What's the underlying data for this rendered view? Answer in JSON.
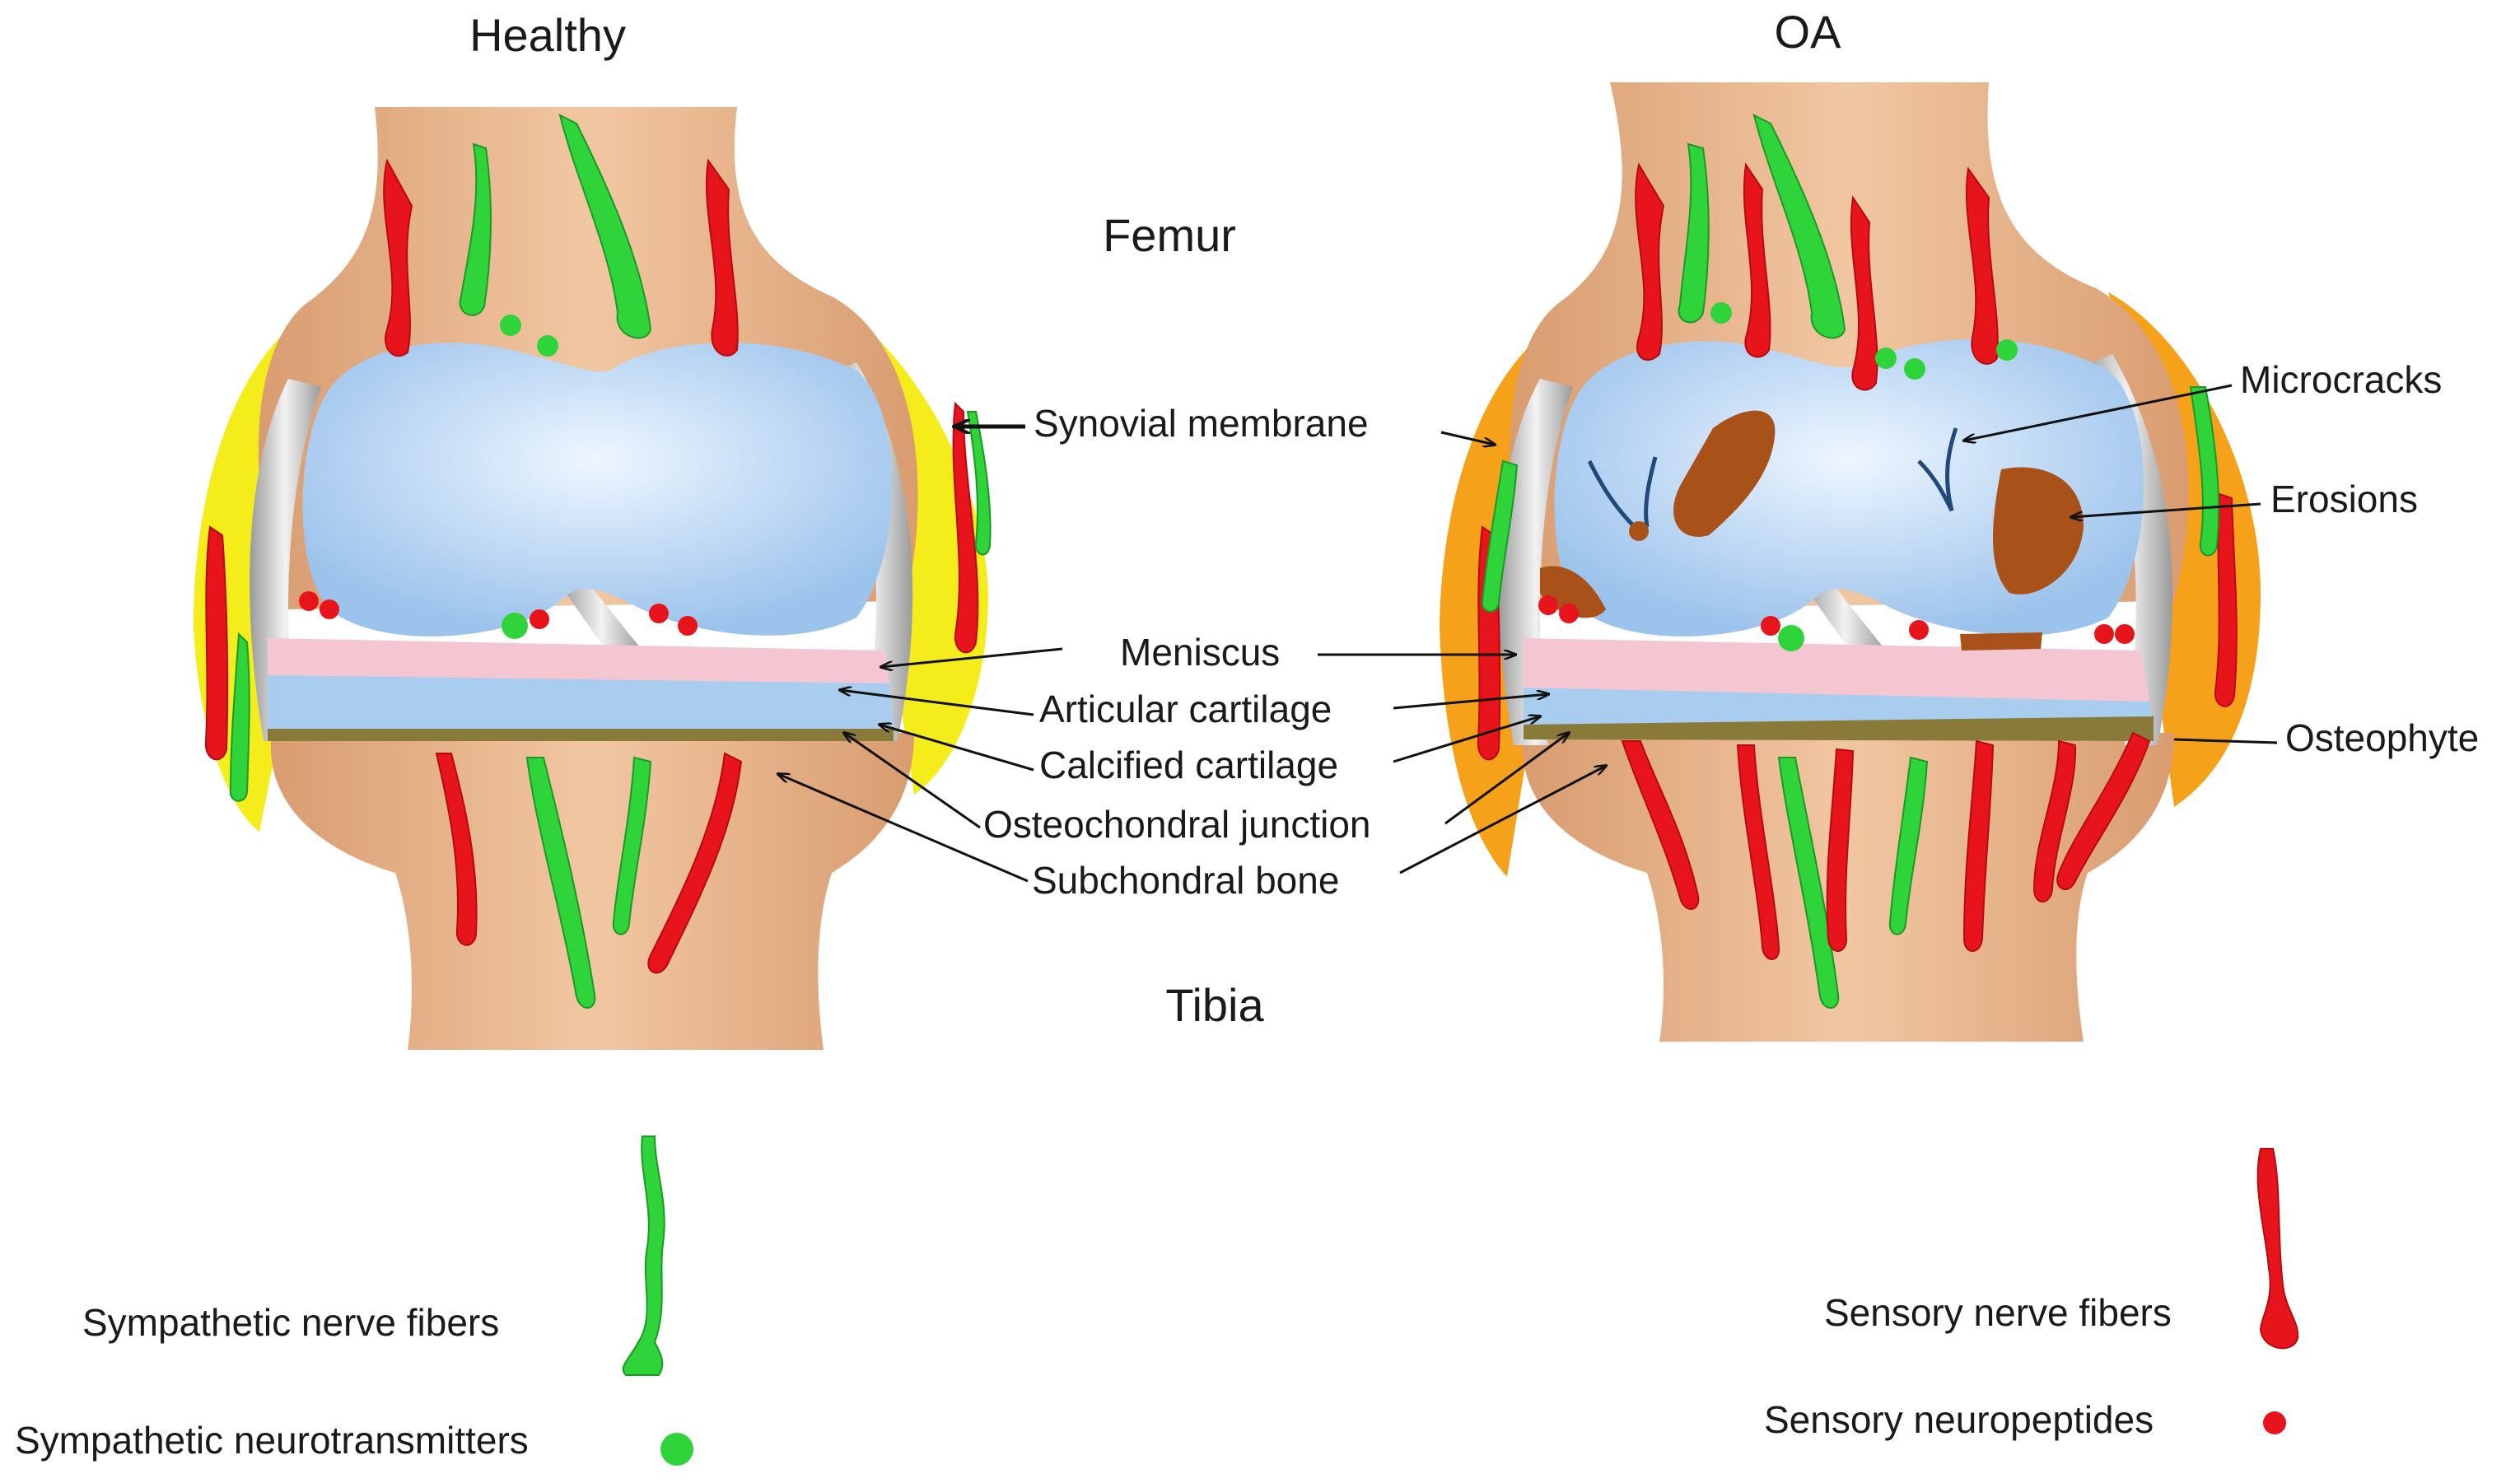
{
  "panels": {
    "left_title": "Healthy",
    "right_title": "OA"
  },
  "bones": {
    "femur": "Femur",
    "tibia": "Tibia"
  },
  "labels": {
    "synovial_membrane": "Synovial membrane",
    "meniscus": "Meniscus",
    "articular_cartilage": "Articular cartilage",
    "calcified_cartilage": "Calcified cartilage",
    "osteochondral_junction": "Osteochondral junction",
    "subchondral_bone": "Subchondral bone",
    "microcracks": "Microcracks",
    "erosions": "Erosions",
    "osteophyte": "Osteophyte"
  },
  "legend": {
    "sympathetic_fibers": "Sympathetic nerve fibers",
    "sympathetic_transmitters": "Sympathetic neurotransmitters",
    "sensory_fibers": "Sensory nerve fibers",
    "sensory_peptides": "Sensory neuropeptides"
  },
  "colors": {
    "sensory": "#e8141c",
    "sympathetic": "#2fd43a",
    "bone": "#e8b890",
    "cartilage": "#a9cdef",
    "meniscus": "#f4c6d2",
    "synovium_healthy": "#f5ec1c",
    "synovium_oa": "#f6a11a",
    "erosion": "#a8521a",
    "microcrack": "#1f4a7a"
  }
}
